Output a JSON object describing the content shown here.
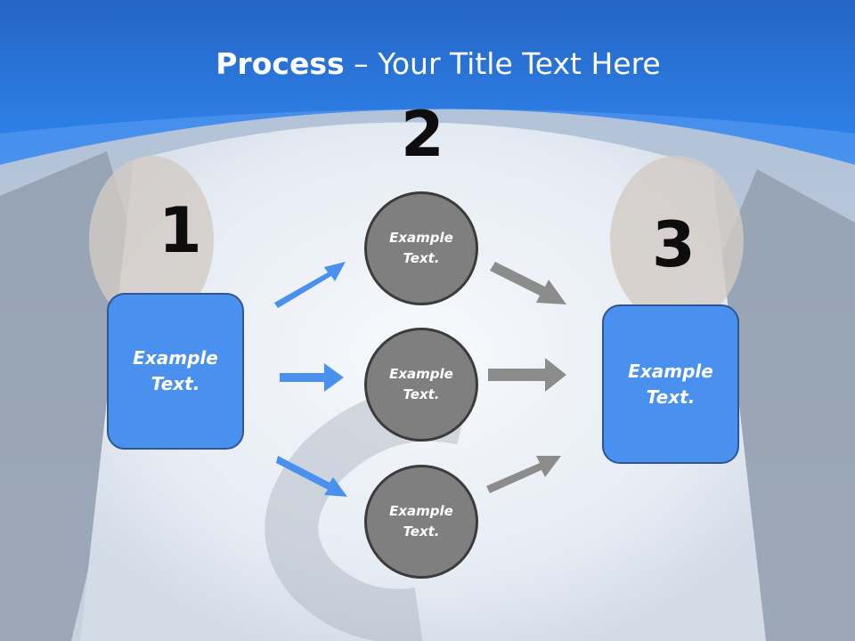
{
  "title": {
    "bold": "Process",
    "rest": " – Your Title Text Here"
  },
  "steps": [
    {
      "number": "1"
    },
    {
      "number": "2"
    },
    {
      "number": "3"
    }
  ],
  "left_box": {
    "label": "Example Text."
  },
  "right_box": {
    "label": "Example Text."
  },
  "circles": [
    {
      "label": "Example Text."
    },
    {
      "label": "Example Text."
    },
    {
      "label": "Example Text."
    }
  ],
  "colors": {
    "header_blue": "#2f7ee8",
    "box_blue": "#4a90ee",
    "arrow_blue": "#4a90ee",
    "circle_gray": "#7f7f7f",
    "arrow_gray": "#8c8c8c"
  }
}
